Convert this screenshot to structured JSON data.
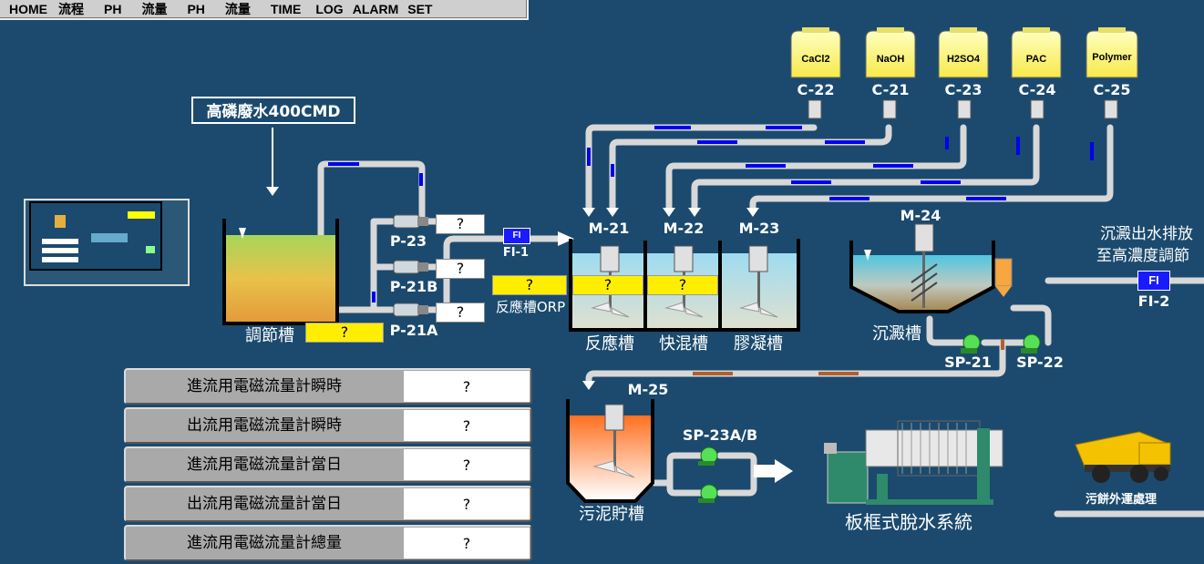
{
  "menu": [
    "HOME",
    "流程",
    "PH",
    "流量",
    "PH",
    "流量",
    "TIME",
    "LOG",
    "ALARM",
    "SET"
  ],
  "source_label": "高磷廢水400CMD",
  "chemicals": [
    {
      "tag": "CaCl2",
      "label": "C-22"
    },
    {
      "tag": "NaOH",
      "label": "C-21"
    },
    {
      "tag": "H2SO4",
      "label": "C-23"
    },
    {
      "tag": "PAC",
      "label": "C-24"
    },
    {
      "tag": "Polymer",
      "label": "C-25"
    }
  ],
  "pumps": {
    "p23": "P-23",
    "p21b": "P-21B",
    "p21a": "P-21A",
    "sp21": "SP-21",
    "sp22": "SP-22",
    "sp23": "SP-23A/B"
  },
  "mixers": {
    "m21": "M-21",
    "m22": "M-22",
    "m23": "M-23",
    "m24": "M-24",
    "m25": "M-25"
  },
  "tanks": {
    "equalization": "調節槽",
    "reaction": "反應槽",
    "fast_mix": "快混槽",
    "flocculation": "膠凝槽",
    "sedimentation": "沉澱槽",
    "sludge": "污泥貯槽"
  },
  "flow_meters": {
    "fi1_tag": "FI",
    "fi1_label": "FI-1",
    "fi2_tag": "FI",
    "fi2_label": "FI-2"
  },
  "orp_label": "反應槽ORP",
  "readouts": {
    "unknown": "?"
  },
  "outflow_note": [
    "沉澱出水排放",
    "至高濃度調節"
  ],
  "filter_press_label": "板框式脫水系統",
  "truck_label": "污餅外運處理",
  "flow_table": [
    {
      "label": "進流用電磁流量計瞬時",
      "value": "?"
    },
    {
      "label": "出流用電磁流量計瞬時",
      "value": "?"
    },
    {
      "label": "進流用電磁流量計當日",
      "value": "?"
    },
    {
      "label": "出流用電磁流量計當日",
      "value": "?"
    },
    {
      "label": "進流用電磁流量計總量",
      "value": "?"
    }
  ],
  "colors": {
    "background": "#1b4a6e",
    "pipe": "#d8d8d8",
    "flow_marker": "#0000ee",
    "readout_yellow": "#ffee00"
  }
}
